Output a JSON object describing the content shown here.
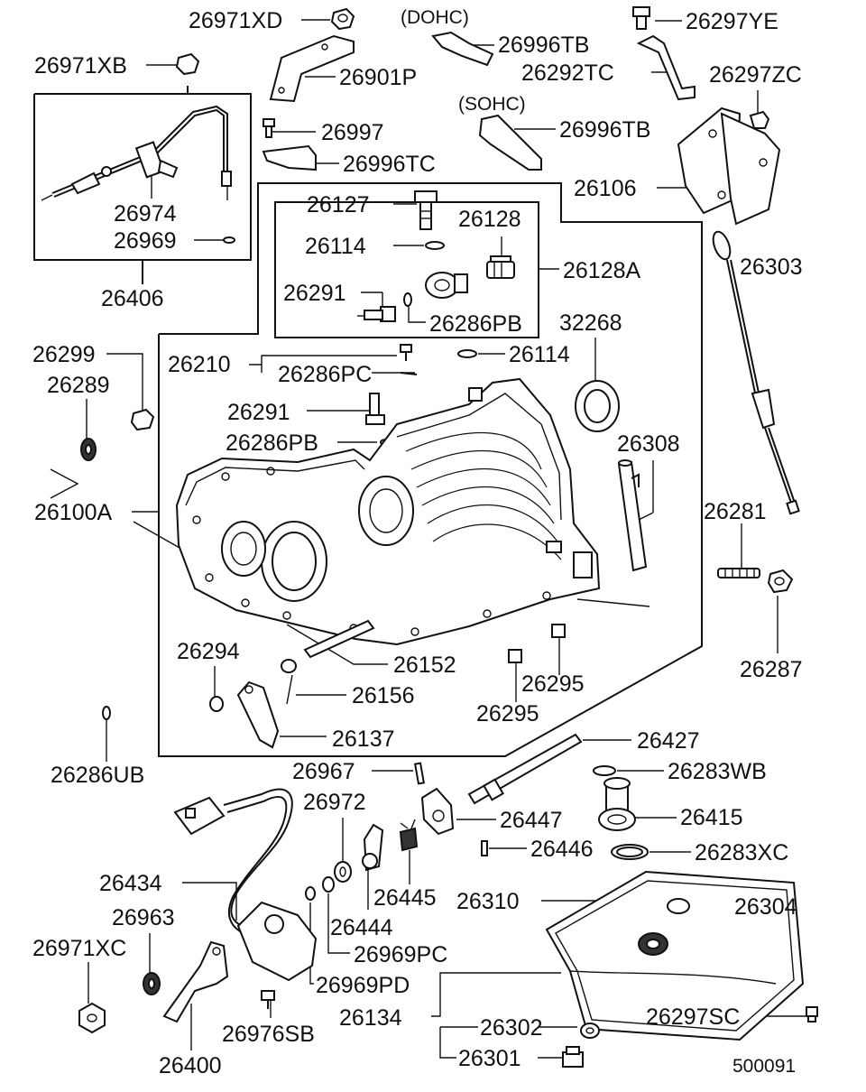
{
  "diagram": {
    "drawing_number": "500091",
    "callouts": [
      {
        "id": "26971XD",
        "text": "26971XD"
      },
      {
        "id": "DOHC",
        "text": "(DOHC)"
      },
      {
        "id": "26996TB_a",
        "text": "26996TB"
      },
      {
        "id": "26297YE",
        "text": "26297YE"
      },
      {
        "id": "26971XB",
        "text": "26971XB"
      },
      {
        "id": "26901P",
        "text": "26901P"
      },
      {
        "id": "26292TC",
        "text": "26292TC"
      },
      {
        "id": "26297ZC",
        "text": "26297ZC"
      },
      {
        "id": "SOHC",
        "text": "(SOHC)"
      },
      {
        "id": "26997",
        "text": "26997"
      },
      {
        "id": "26996TB_b",
        "text": "26996TB"
      },
      {
        "id": "26996TC",
        "text": "26996TC"
      },
      {
        "id": "26106",
        "text": "26106"
      },
      {
        "id": "26974",
        "text": "26974"
      },
      {
        "id": "26127",
        "text": "26127"
      },
      {
        "id": "26128",
        "text": "26128"
      },
      {
        "id": "26969",
        "text": "26969"
      },
      {
        "id": "26114_a",
        "text": "26114"
      },
      {
        "id": "26128A",
        "text": "26128A"
      },
      {
        "id": "26303",
        "text": "26303"
      },
      {
        "id": "26406",
        "text": "26406"
      },
      {
        "id": "26291_a",
        "text": "26291"
      },
      {
        "id": "26286PB_a",
        "text": "26286PB"
      },
      {
        "id": "32268",
        "text": "32268"
      },
      {
        "id": "26299",
        "text": "26299"
      },
      {
        "id": "26210",
        "text": "26210"
      },
      {
        "id": "26114_b",
        "text": "26114"
      },
      {
        "id": "26286PC",
        "text": "26286PC"
      },
      {
        "id": "26289",
        "text": "26289"
      },
      {
        "id": "26291_b",
        "text": "26291"
      },
      {
        "id": "26286PB_b",
        "text": "26286PB"
      },
      {
        "id": "26308",
        "text": "26308"
      },
      {
        "id": "26100A",
        "text": "26100A"
      },
      {
        "id": "26281",
        "text": "26281"
      },
      {
        "id": "26294",
        "text": "26294"
      },
      {
        "id": "26152",
        "text": "26152"
      },
      {
        "id": "26295_a",
        "text": "26295"
      },
      {
        "id": "26287",
        "text": "26287"
      },
      {
        "id": "26156",
        "text": "26156"
      },
      {
        "id": "26295_b",
        "text": "26295"
      },
      {
        "id": "26137",
        "text": "26137"
      },
      {
        "id": "26427",
        "text": "26427"
      },
      {
        "id": "26286UB",
        "text": "26286UB"
      },
      {
        "id": "26967",
        "text": "26967"
      },
      {
        "id": "26283WB",
        "text": "26283WB"
      },
      {
        "id": "26972",
        "text": "26972"
      },
      {
        "id": "26447",
        "text": "26447"
      },
      {
        "id": "26415",
        "text": "26415"
      },
      {
        "id": "26434",
        "text": "26434"
      },
      {
        "id": "26446",
        "text": "26446"
      },
      {
        "id": "26283XC",
        "text": "26283XC"
      },
      {
        "id": "26445",
        "text": "26445"
      },
      {
        "id": "26310",
        "text": "26310"
      },
      {
        "id": "26963",
        "text": "26963"
      },
      {
        "id": "26444",
        "text": "26444"
      },
      {
        "id": "26304",
        "text": "26304"
      },
      {
        "id": "26971XC",
        "text": "26971XC"
      },
      {
        "id": "26969PC",
        "text": "26969PC"
      },
      {
        "id": "26969PD",
        "text": "26969PD"
      },
      {
        "id": "26134",
        "text": "26134"
      },
      {
        "id": "26297SC",
        "text": "26297SC"
      },
      {
        "id": "26976SB",
        "text": "26976SB"
      },
      {
        "id": "26302",
        "text": "26302"
      },
      {
        "id": "26400",
        "text": "26400"
      },
      {
        "id": "26301",
        "text": "26301"
      }
    ]
  }
}
